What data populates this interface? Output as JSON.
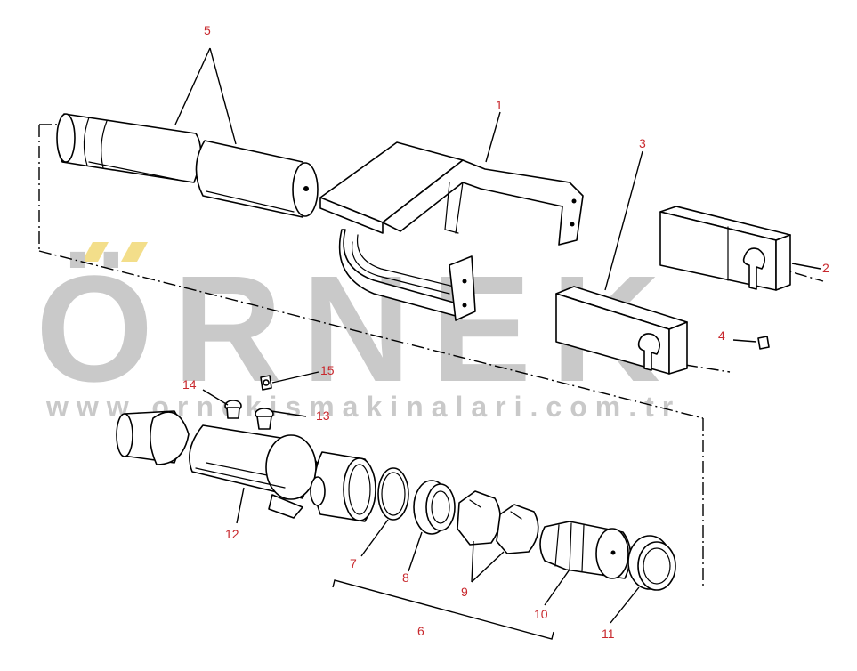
{
  "diagram": {
    "callouts": [
      {
        "id": "5",
        "label": "5"
      },
      {
        "id": "1",
        "label": "1"
      },
      {
        "id": "3",
        "label": "3"
      },
      {
        "id": "2",
        "label": "2"
      },
      {
        "id": "4",
        "label": "4"
      },
      {
        "id": "15",
        "label": "15"
      },
      {
        "id": "14",
        "label": "14"
      },
      {
        "id": "13",
        "label": "13"
      },
      {
        "id": "12",
        "label": "12"
      },
      {
        "id": "7",
        "label": "7"
      },
      {
        "id": "8",
        "label": "8"
      },
      {
        "id": "9",
        "label": "9"
      },
      {
        "id": "10",
        "label": "10"
      },
      {
        "id": "6",
        "label": "6"
      },
      {
        "id": "11",
        "label": "11"
      }
    ],
    "callout_color": "#c8282d",
    "line_color": "#000000"
  },
  "watermark": {
    "brand": "ÖRNEK",
    "url": "www.ornekismakinalari.com.tr",
    "text_color": "#c9c9c9",
    "accent_color": "#f3de8a"
  }
}
